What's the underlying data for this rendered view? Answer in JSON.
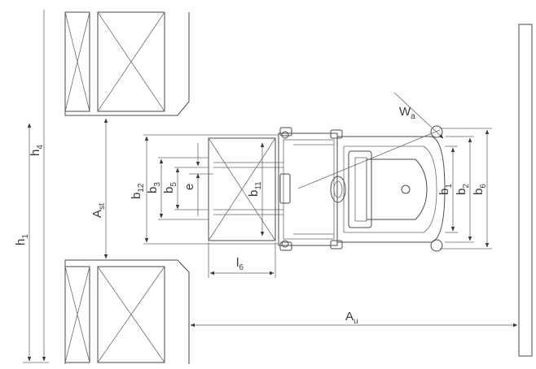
{
  "labels": {
    "wa": {
      "main": "W",
      "sub": "a"
    },
    "b12": {
      "main": "b",
      "sub": "12"
    },
    "b3": {
      "main": "b",
      "sub": "3"
    },
    "b5": {
      "main": "b",
      "sub": "5"
    },
    "e": {
      "main": "e",
      "sub": ""
    },
    "b11": {
      "main": "b",
      "sub": "11"
    },
    "b1": {
      "main": "b",
      "sub": "1"
    },
    "b2": {
      "main": "b",
      "sub": "2"
    },
    "b6": {
      "main": "b",
      "sub": "6"
    },
    "ast": {
      "main": "A",
      "sub": "st"
    },
    "h1": {
      "main": "h",
      "sub": "1"
    },
    "h4": {
      "main": "h",
      "sub": "4"
    },
    "l6": {
      "main": "l",
      "sub": "6"
    },
    "au": {
      "main": "A",
      "sub": "u"
    }
  },
  "colors": {
    "line": "#4a4a4a",
    "text": "#3a3a3a",
    "background": "#ffffff"
  }
}
